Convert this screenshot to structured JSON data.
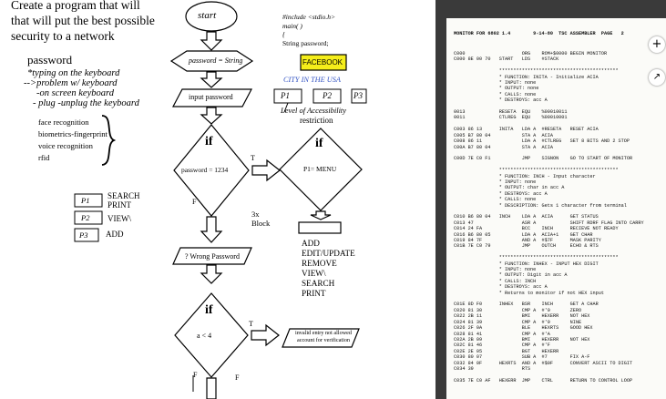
{
  "problem_statement": [
    "Create a program that will",
    "that will put the best possible",
    "security to a network"
  ],
  "password_notes": {
    "title": "password",
    "lines": [
      "*typing on the keyboard",
      "-->problem w/ keyboard",
      "-on screen keyboard",
      "- plug -unplug the keyboard"
    ],
    "alternatives": [
      "face recognition",
      "biometrics-fingerprint",
      "voice recognition",
      "rfid"
    ]
  },
  "flowchart": {
    "start": "start",
    "assign": "password = String",
    "input": "input password",
    "if1_label": "if",
    "if1_cond": "password = 1234",
    "true1": "T",
    "false1": "F",
    "menu_if_label": "if",
    "menu_cond": "P1= MENU",
    "wrong": "? Wrong Password",
    "if2_label": "if",
    "if2_cond": "a <   4",
    "true2": "T",
    "false2": "F",
    "false3": "F",
    "invalid": "invalid entry not allowed account for verification",
    "block": "3x",
    "block2": "Block"
  },
  "code_snippet": [
    "#include <stdio.h>",
    "main( )",
    "{",
    "String password;"
  ],
  "facebook": "FACEBOOK",
  "city": "CITY IN THE USA",
  "levels": [
    "P1",
    "P2",
    "P3"
  ],
  "level_caption": "Level of Accessibility",
  "level_caption2": "restriction",
  "menu_options": [
    "ADD",
    "EDIT/UPDATE",
    "REMOVE",
    "VIEW\\",
    "SEARCH",
    "PRINT"
  ],
  "legend": [
    {
      "key": "P1",
      "label": "SEARCH"
    },
    {
      "key": "",
      "label": "PRINT"
    },
    {
      "key": "P2",
      "label": "VIEW\\"
    },
    {
      "key": "P3",
      "label": "ADD"
    }
  ],
  "listing": {
    "header": "MONITOR FOR 6802 1.4        9-14-80  TSC ASSEMBLER  PAGE   2",
    "lines": [
      "C000                    ORG    ROM+$0000 BEGIN MONITOR",
      "C000 8E 00 70   START   LDS    #STACK",
      "",
      "                ******************************************",
      "                * FUNCTION: INITA - Initialize ACIA",
      "                * INPUT: none",
      "                * OUTPUT: none",
      "                * CALLS: none",
      "                * DESTROYS: acc A",
      "",
      "0013            RESETA  EQU    %00010011",
      "0011            CTLREG  EQU    %00010001",
      "",
      "C003 86 13      INITA   LDA A  #RESETA   RESET ACIA",
      "C005 B7 80 04           STA A  ACIA",
      "C008 86 11              LDA A  #CTLREG   SET 8 BITS AND 2 STOP",
      "C00A B7 80 04           STA A  ACIA",
      "",
      "C00D 7E C0 F1           JMP    SIGNON    GO TO START OF MONITOR",
      "",
      "                ******************************************",
      "                * FUNCTION: INCH - Input character",
      "                * INPUT: none",
      "                * OUTPUT: char in acc A",
      "                * DESTROYS: acc A",
      "                * CALLS: none",
      "                * DESCRIPTION: Gets 1 character from terminal",
      "",
      "C010 B6 80 04   INCH    LDA A  ACIA      GET STATUS",
      "C013 47                 ASR A            SHIFT RDRF FLAG INTO CARRY",
      "C014 24 FA              BCC    INCH      RECIEVE NOT READY",
      "C016 B6 80 05           LDA A  ACIA+1    GET CHAR",
      "C019 84 7F              AND A  #$7F      MASK PARITY",
      "C01B 7E C0 79           JMP    OUTCH     ECHO & RTS",
      "",
      "                ******************************************",
      "                * FUNCTION: INHEX - INPUT HEX DIGIT",
      "                * INPUT: none",
      "                * OUTPUT: Digit in acc A",
      "                * CALLS: INCH",
      "                * DESTROYS: acc A",
      "                * Returns to monitor if not HEX input",
      "",
      "C01E 8D F0      INHEX   BSR    INCH      GET A CHAR",
      "C020 81 30              CMP A  #'0       ZERO",
      "C022 2B 11              BMI    HEXERR    NOT HEX",
      "C024 81 39              CMP A  #'9       NINE",
      "C026 2F 0A              BLE    HEXRTS    GOOD HEX",
      "C028 81 41              CMP A  #'A",
      "C02A 2B 09              BMI    HEXERR    NOT HEX",
      "C02C 81 46              CMP A  #'F",
      "C02E 2E 05              BGT    HEXERR",
      "C030 80 07              SUB A  #7        FIX A-F",
      "C032 84 0F      HEXRTS  AND A  #$0F      CONVERT ASCII TO DIGIT",
      "C034 39                 RTS",
      "",
      "C035 7E C0 AF   HEXERR  JMP    CTRL      RETURN TO CONTROL LOOP"
    ]
  }
}
